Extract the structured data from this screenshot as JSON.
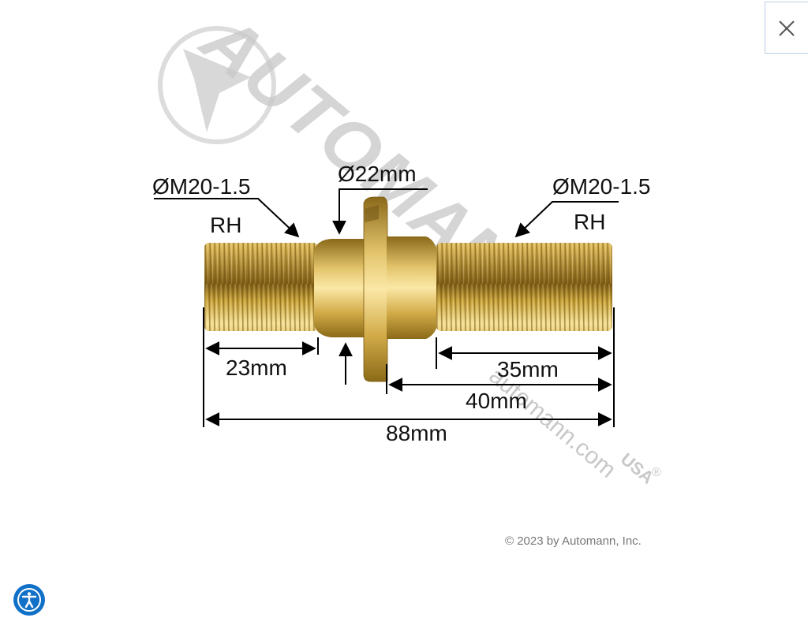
{
  "viewer": {
    "close_label": "×"
  },
  "watermark": {
    "brand": "AUTOMANN",
    "suffix": "USA",
    "registered": "®",
    "url": "automann.com"
  },
  "dimensions": {
    "thread_left": "ØM20-1.5",
    "thread_right": "ØM20-1.5",
    "rh_left": "RH",
    "rh_right": "RH",
    "collar_diameter": "Ø22mm",
    "left_thread_length": "23mm",
    "right_thread_length": "35mm",
    "right_section_length": "40mm",
    "overall_length": "88mm"
  },
  "footer": {
    "copyright": "© 2023 by Automann, Inc."
  },
  "colors": {
    "brass_dark": "#8a6a1a",
    "brass_mid": "#c9a43a",
    "brass_light": "#f3dc8c",
    "accessibility_blue": "#1170c7",
    "close_border": "#b9cde3"
  }
}
